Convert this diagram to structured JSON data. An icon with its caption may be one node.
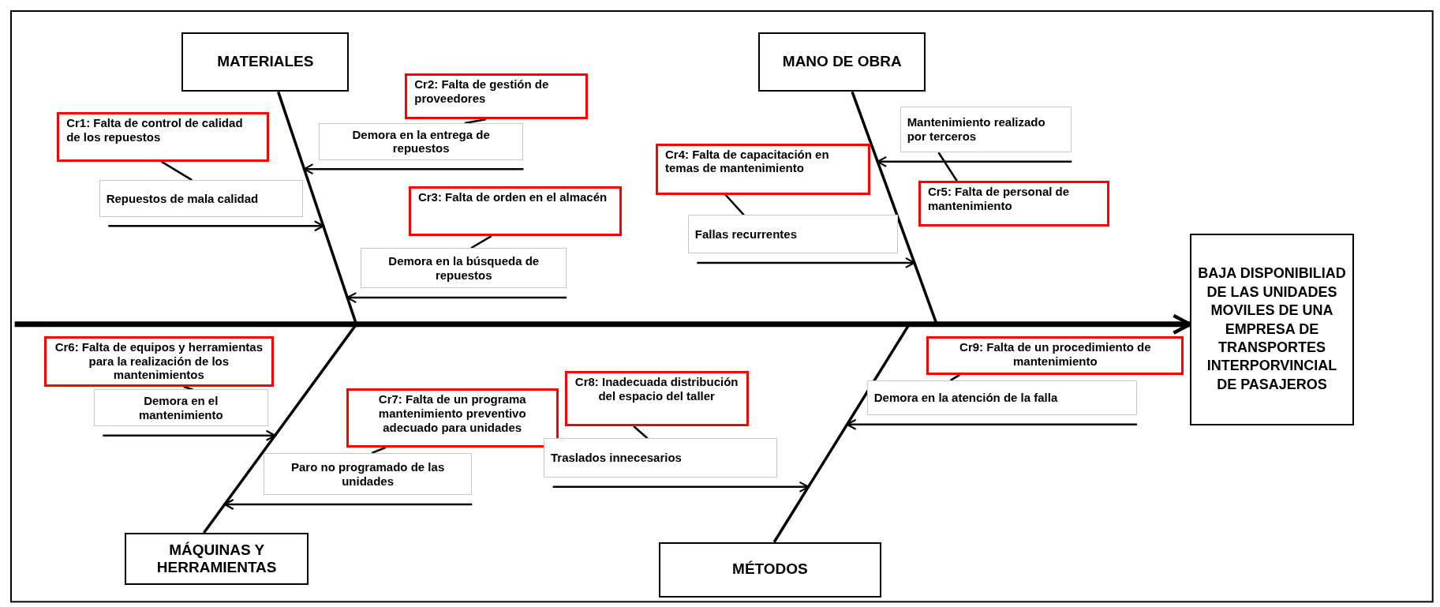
{
  "diagram": {
    "nodes": [
      {
        "text": [
          "MATERIALES"
        ]
      },
      {
        "text": [
          "Cr2: Falta de gestión de proveedores"
        ]
      },
      {
        "text": [
          "Cr1: Falta de control de calidad de los repuestos"
        ]
      },
      {
        "text": [
          "Demora en la entrega de repuestos"
        ]
      },
      {
        "text": [
          "Repuestos de mala calidad"
        ]
      },
      {
        "text": [
          "Cr3: Falta de orden en el almacén"
        ]
      },
      {
        "text": [
          "Demora en la búsqueda de repuestos"
        ]
      },
      {
        "text": [
          "MANO DE OBRA"
        ]
      },
      {
        "text": [
          "Mantenimiento realizado por terceros"
        ]
      },
      {
        "text": [
          "Cr4: Falta de capacitación en temas de mantenimiento"
        ]
      },
      {
        "text": [
          "Cr5:  Falta de personal de mantenimiento"
        ]
      },
      {
        "text": [
          "Fallas recurrentes"
        ]
      },
      {
        "text": [
          "BAJA DISPONIBILIAD DE LAS UNIDADES MOVILES DE UNA EMPRESA DE TRANSPORTES INTERPORVINCIAL DE PASAJEROS"
        ]
      },
      {
        "text": [
          "Cr6: Falta de equipos y herramientas para la realización de los mantenimientos"
        ]
      },
      {
        "text": [
          "Demora en el mantenimiento"
        ]
      },
      {
        "text": [
          "Cr7: Falta de un programa mantenimiento preventivo adecuado para unidades"
        ]
      },
      {
        "text": [
          "Cr8: Inadecuada distribución del espacio del taller"
        ]
      },
      {
        "text": [
          "Cr9: Falta de un procedimiento de mantenimiento"
        ]
      },
      {
        "text": [
          "Demora en la atención de la falla"
        ]
      },
      {
        "text": [
          "Paro no programado de las unidades"
        ]
      },
      {
        "text": [
          "Traslados innecesarios"
        ]
      },
      {
        "text": [
          "MÁQUINAS Y HERRAMIENTAS"
        ]
      },
      {
        "text": [
          "MÉTODOS"
        ]
      },
      {
        "text": [],
        "shape": "line"
      },
      {
        "text": [],
        "shape": "line"
      },
      {
        "text": [],
        "shape": "line"
      },
      {
        "text": [],
        "shape": "line"
      }
    ],
    "edges": [
      {
        "from": null,
        "to": 12,
        "arrow": "to",
        "style": "thick"
      },
      {
        "from": 3,
        "to": 23,
        "arrow": "to"
      },
      {
        "from": 4,
        "to": 23,
        "arrow": "to"
      },
      {
        "from": 6,
        "to": 23,
        "arrow": "to"
      },
      {
        "from": 8,
        "to": 24,
        "arrow": "to"
      },
      {
        "from": 11,
        "to": 24,
        "arrow": "to"
      },
      {
        "from": 14,
        "to": 25,
        "arrow": "to"
      },
      {
        "from": 19,
        "to": 25,
        "arrow": "to"
      },
      {
        "from": 20,
        "to": 26,
        "arrow": "to"
      },
      {
        "from": 18,
        "to": 26,
        "arrow": "to"
      },
      {
        "from": 2,
        "to": 4,
        "arrow": "none"
      },
      {
        "from": 1,
        "to": 3,
        "arrow": "none"
      },
      {
        "from": 5,
        "to": 6,
        "arrow": "none"
      },
      {
        "from": 9,
        "to": 11,
        "arrow": "none"
      },
      {
        "from": 10,
        "to": 8,
        "arrow": "none"
      },
      {
        "from": 13,
        "to": 14,
        "arrow": "none"
      },
      {
        "from": 15,
        "to": 19,
        "arrow": "none"
      },
      {
        "from": 16,
        "to": 20,
        "arrow": "none"
      },
      {
        "from": 17,
        "to": 18,
        "arrow": "none"
      }
    ]
  }
}
